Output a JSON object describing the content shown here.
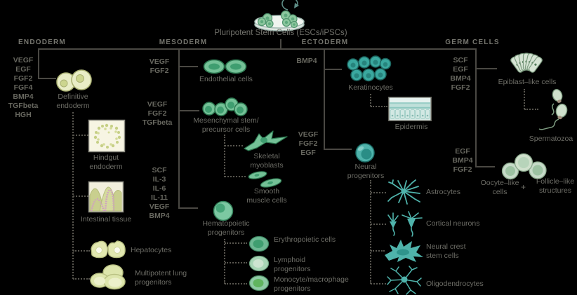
{
  "title": "Pluripotent Stem Cells (ESCs/iPSCs)",
  "headers": {
    "endoderm": "ENDODERM",
    "mesoderm": "MESODERM",
    "ectoderm": "ECTODERM",
    "germ": "GERM CELLS"
  },
  "endoderm": {
    "factors": [
      "VEGF",
      "EGF",
      "FGF2",
      "FGF4",
      "BMP4",
      "TGFbeta",
      "HGH"
    ],
    "target": "Definitive endoderm",
    "derivatives": [
      "Hindgut endoderm",
      "Intestinal tissue",
      "Hepatocytes",
      "Multipotent lung progenitors"
    ]
  },
  "mesoderm": {
    "endothelial": {
      "factors": [
        "VEGF",
        "FGF2"
      ],
      "target": "Endothelial cells"
    },
    "mesenchymal": {
      "factors": [
        "VEGF",
        "FGF2",
        "TGFbeta"
      ],
      "target": "Mesenchymal stem/ precursor cells",
      "derivatives": [
        "Skeletal myoblasts",
        "Smooth muscle cells"
      ]
    },
    "hematopoietic": {
      "factors": [
        "SCF",
        "IL-3",
        "IL-6",
        "IL-11",
        "VEGF",
        "BMP4"
      ],
      "target": "Hematopoietic progenitors",
      "derivatives": [
        "Erythropoietic cells",
        "Lymphoid progenitors",
        "Monocyte/macrophage progenitors"
      ]
    }
  },
  "ectoderm": {
    "keratinocytes": {
      "factors": [
        "BMP4"
      ],
      "target": "Keratinocytes",
      "derivative": "Epidermis"
    },
    "neural": {
      "factors": [
        "VEGF",
        "FGF2",
        "EGF"
      ],
      "target": "Neural progenitors",
      "derivatives": [
        "Astrocytes",
        "Cortical neurons",
        "Neural crest stem cells",
        "Oligodendrocytes"
      ]
    }
  },
  "germ": {
    "epiblast": {
      "factors": [
        "SCF",
        "EGF",
        "BMP4",
        "FGF2"
      ],
      "target": "Epiblast–like cells",
      "derivative": "Spermatozoa"
    },
    "oocyte": {
      "factors": [
        "EGF",
        "BMP4",
        "FGF2"
      ],
      "target_a": "Oocyte–like cells",
      "joiner": "+",
      "target_b": "Follicle–like structures"
    }
  },
  "colors": {
    "background": "#000000",
    "line": "#4a4843",
    "dotted_line": "#57554e",
    "text": "#6d6d66",
    "endoderm_cell": "#e3e9ba",
    "mesoderm_cell": "#74c197",
    "ectoderm_cell": "#46aea6",
    "germ_cell": "#cfe0cc"
  },
  "icons": [
    "petri-dish-icon",
    "definitive-endoderm-cells-icon",
    "hindgut-endoderm-image",
    "intestinal-tissue-image",
    "hepatocytes-icon",
    "lung-progenitors-icon",
    "endothelial-cells-icon",
    "mesenchymal-cells-icon",
    "skeletal-myoblast-icon",
    "smooth-muscle-cells-icon",
    "hematopoietic-progenitor-icon",
    "erythropoietic-cell-icon",
    "lymphoid-progenitor-icon",
    "monocyte-progenitor-icon",
    "keratinocytes-icon",
    "epidermis-image",
    "neural-progenitor-icon",
    "astrocyte-icon",
    "cortical-neurons-icon",
    "neural-crest-icon",
    "oligodendrocyte-icon",
    "epiblast-cells-icon",
    "spermatozoa-icon",
    "oocyte-cells-icon"
  ]
}
